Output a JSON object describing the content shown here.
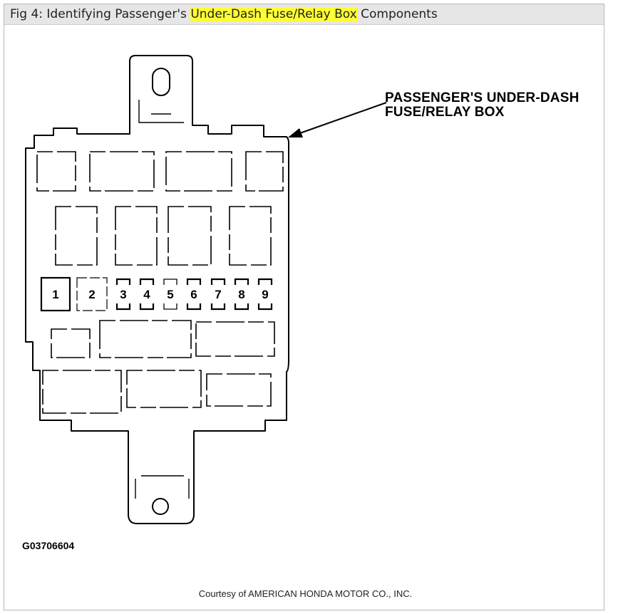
{
  "header": {
    "title_prefix": "Fig 4: Identifying Passenger's ",
    "title_highlight": "Under-Dash Fuse/Relay Box",
    "title_suffix": " Components",
    "highlight_color": "#ffff33"
  },
  "diagram": {
    "callout_line1": "PASSENGER'S UNDER-DASH",
    "callout_line2": "FUSE/RELAY BOX",
    "figure_id": "G03706604",
    "fuse_numbers": [
      "1",
      "2",
      "3",
      "4",
      "5",
      "6",
      "7",
      "8",
      "9"
    ]
  },
  "footer": {
    "credit": "Courtesy of AMERICAN HONDA MOTOR CO., INC."
  }
}
